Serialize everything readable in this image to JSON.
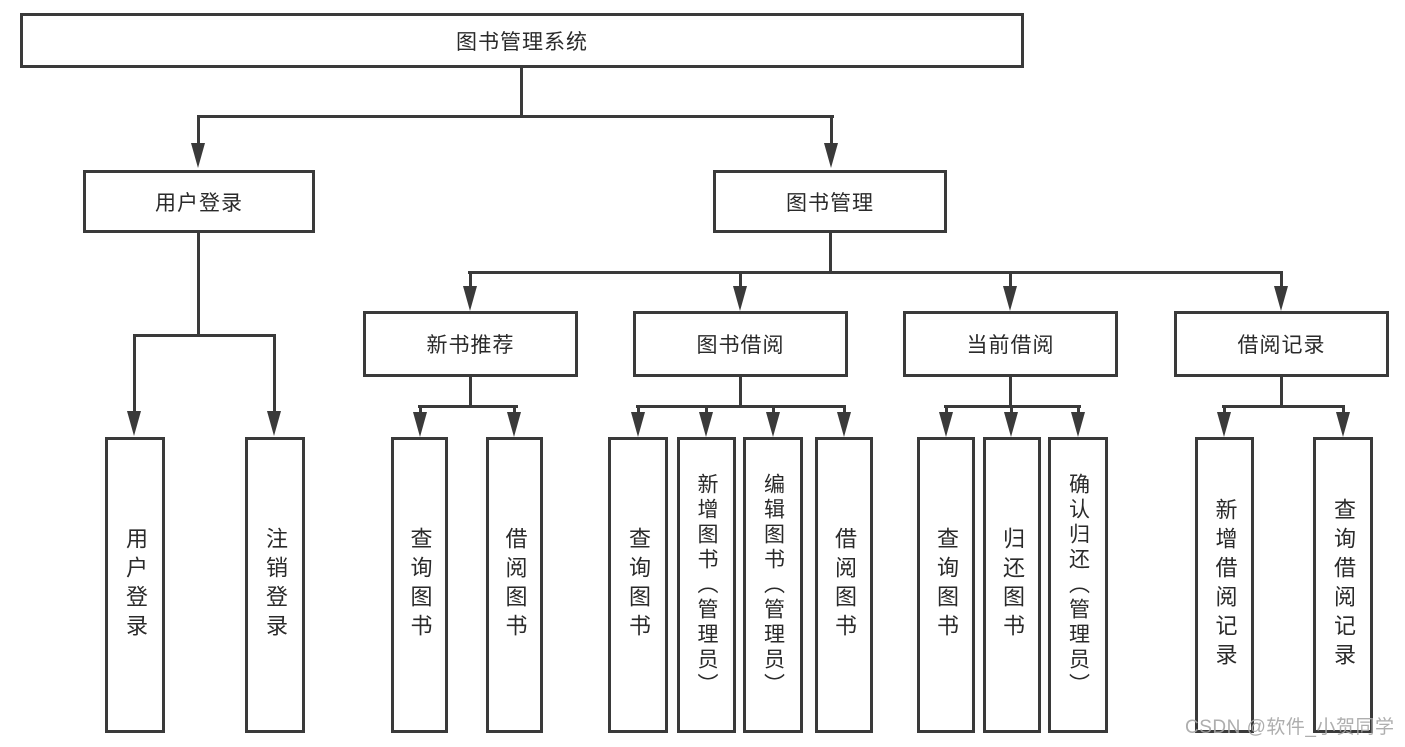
{
  "diagram": {
    "root": {
      "label": "图书管理系统"
    },
    "branches": [
      {
        "label": "用户登录",
        "children": [
          {
            "label": "用户登录"
          },
          {
            "label": "注销登录"
          }
        ]
      },
      {
        "label": "图书管理",
        "children": [
          {
            "label": "新书推荐",
            "children": [
              {
                "label": "查询图书"
              },
              {
                "label": "借阅图书"
              }
            ]
          },
          {
            "label": "图书借阅",
            "children": [
              {
                "label": "查询图书"
              },
              {
                "label": "新增图书（管理员）"
              },
              {
                "label": "编辑图书（管理员）"
              },
              {
                "label": "借阅图书"
              }
            ]
          },
          {
            "label": "当前借阅",
            "children": [
              {
                "label": "查询图书"
              },
              {
                "label": "归还图书"
              },
              {
                "label": "确认归还（管理员）"
              }
            ]
          },
          {
            "label": "借阅记录",
            "children": [
              {
                "label": "新增借阅记录"
              },
              {
                "label": "查询借阅记录"
              }
            ]
          }
        ]
      }
    ]
  },
  "watermark": {
    "text": "CSDN @软件_小贺同学"
  },
  "colors": {
    "line": "#3a3a3a",
    "text": "#2a2a2a",
    "node_background": "#ffffff",
    "page_background": "#ffffff",
    "watermark": "#a5a5a5"
  }
}
